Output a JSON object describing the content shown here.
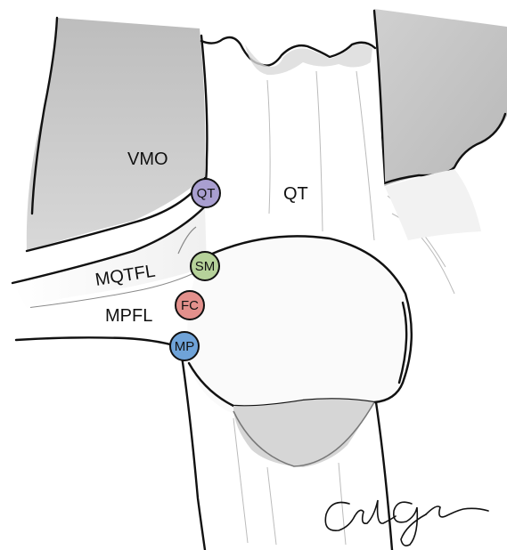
{
  "figure": {
    "labels": {
      "vmo": "VMO",
      "qt": "QT",
      "mqtfl": "MQTFL",
      "mpfl": "MPFL"
    },
    "markers": [
      {
        "id": "qt",
        "text": "QT",
        "color": "#a99fd0"
      },
      {
        "id": "sm",
        "text": "SM",
        "color": "#b6d29a"
      },
      {
        "id": "fc",
        "text": "FC",
        "color": "#e3908c"
      },
      {
        "id": "mp",
        "text": "MP",
        "color": "#6fa3d8"
      }
    ],
    "colors": {
      "muscle": "#c9c9c9",
      "muscle_light": "#e8e8e8",
      "tendon": "#ffffff",
      "outline": "#111111"
    },
    "signature": "Carl Gage"
  }
}
